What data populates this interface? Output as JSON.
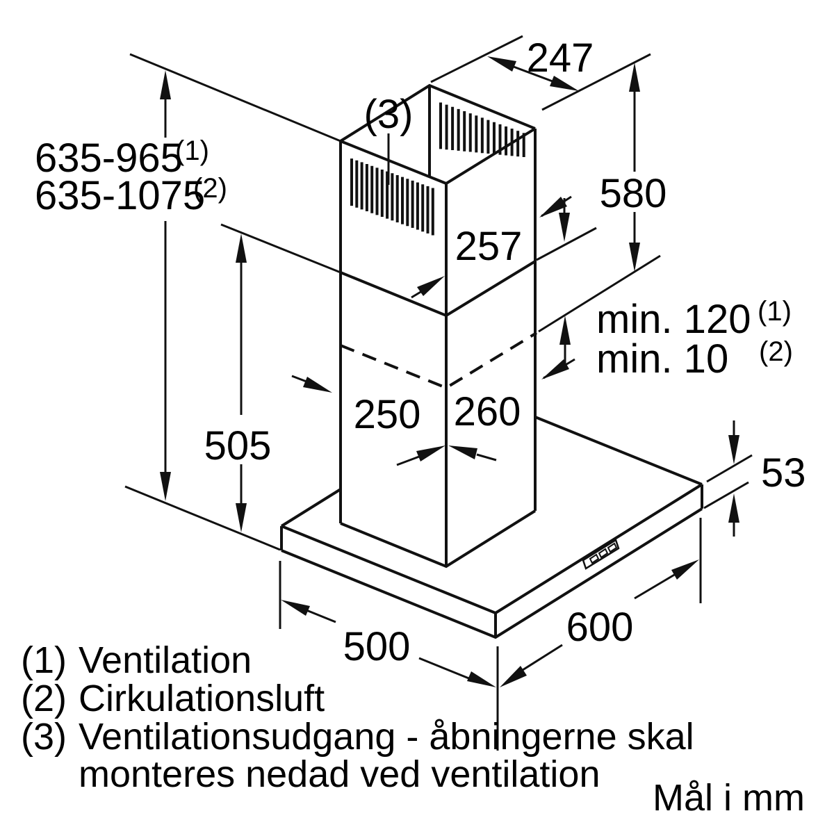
{
  "figure": {
    "subject": "wall chimney hood installation drawing",
    "callout_3": "(3)"
  },
  "dimensions": {
    "total_height_ventilation": {
      "value": "635-965",
      "ref": "(1)"
    },
    "total_height_recirculation": {
      "value": "635-1075",
      "ref": "(2)"
    },
    "chimney_depth_top": "247",
    "upper_chimney_height": "580",
    "upper_chimney_visible_height": "257",
    "clearance_ventilation": {
      "value": "min. 120",
      "ref": "(1)"
    },
    "clearance_recirculation": {
      "value": "min. 10",
      "ref": "(2)"
    },
    "lower_section_height": "505",
    "chimney_width": "250",
    "chimney_depth": "260",
    "canopy_depth": "500",
    "canopy_width": "600",
    "canopy_height": "53"
  },
  "legend": {
    "items": [
      {
        "marker": "(1)",
        "lines": [
          "Ventilation",
          ""
        ]
      },
      {
        "marker": "(2)",
        "lines": [
          "Cirkulationsluft",
          ""
        ]
      },
      {
        "marker": "(3)",
        "lines": [
          "Ventilationsudgang - åbningerne skal",
          "monteres nedad ved ventilation"
        ]
      }
    ]
  },
  "units_note": "Mål i mm",
  "colors": {
    "line": "#111111",
    "background": "#ffffff"
  }
}
